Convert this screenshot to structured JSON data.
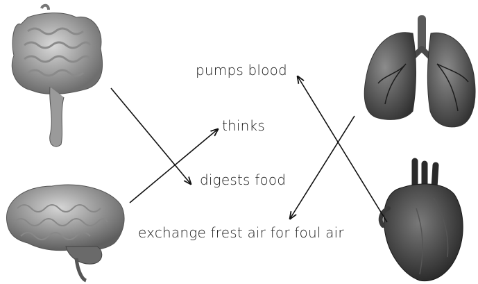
{
  "labels": {
    "pumps": "pumps blood",
    "thinks": "thinks",
    "digests": "digests food",
    "exchange": "exchange frest air for foul air"
  },
  "organs": [
    "intestines",
    "brain",
    "lungs",
    "heart"
  ],
  "colors": {
    "line": "#111111",
    "organ_dark": "#3a3a3a",
    "organ_mid": "#7a7a7a",
    "organ_light": "#c9c9c9"
  }
}
